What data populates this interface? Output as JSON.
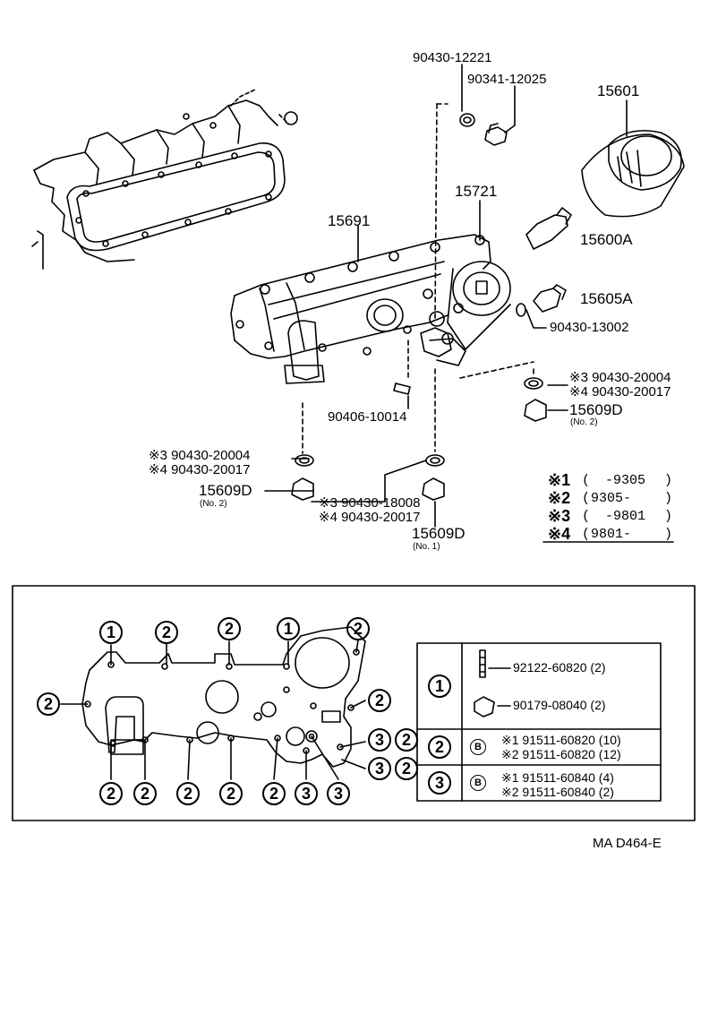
{
  "top_labels": {
    "p90430_12221": "90430-12221",
    "p90341_12025": "90341-12025",
    "p15601": "15601",
    "p15721": "15721",
    "p15691": "15691",
    "p15600A": "15600A",
    "p15605A": "15605A",
    "p90430_13002": "90430-13002",
    "r_note3": "※3 90430-20004",
    "r_note4": "※4 90430-20017",
    "r_15609D": "15609D",
    "r_no2": "(No. 2)",
    "p90406_10014": "90406-10014",
    "l_note3": "※3 90430-20004",
    "l_note4": "※4 90430-20017",
    "l_15609D": "15609D",
    "l_no2": "(No. 2)",
    "c_note3": "※3 90430-18008",
    "c_note4": "※4 90430-20017",
    "c_15609D": "15609D",
    "c_no1": "(No. 1)"
  },
  "legend": [
    {
      "mark": "※1",
      "open": "(",
      "from": "",
      "to": "-9305",
      "close": ")"
    },
    {
      "mark": "※2",
      "open": "(",
      "from": "9305-",
      "to": "",
      "close": ")"
    },
    {
      "mark": "※3",
      "open": "(",
      "from": "",
      "to": "-9801",
      "close": ")"
    },
    {
      "mark": "※4",
      "open": "(",
      "from": "9801-",
      "to": "",
      "close": ")"
    }
  ],
  "bolt_numbers": [
    "1",
    "2",
    "2",
    "1",
    "2",
    "2",
    "2",
    "3",
    "2",
    "3",
    "2",
    "2",
    "2",
    "2",
    "2",
    "2",
    "3",
    "3"
  ],
  "bolt_table": {
    "row1": {
      "num": "1",
      "a": "92122-60820 (2)",
      "b": "90179-08040 (2)"
    },
    "row2": {
      "num": "2",
      "badge": "B",
      "a": "※1 91511-60820 (10)",
      "b": "※2 91511-60820 (12)"
    },
    "row3": {
      "num": "3",
      "badge": "B",
      "a": "※1 91511-60840 (4)",
      "b": "※2 91511-60840 (2)"
    }
  },
  "footer": {
    "code": "MA  D464-E"
  }
}
